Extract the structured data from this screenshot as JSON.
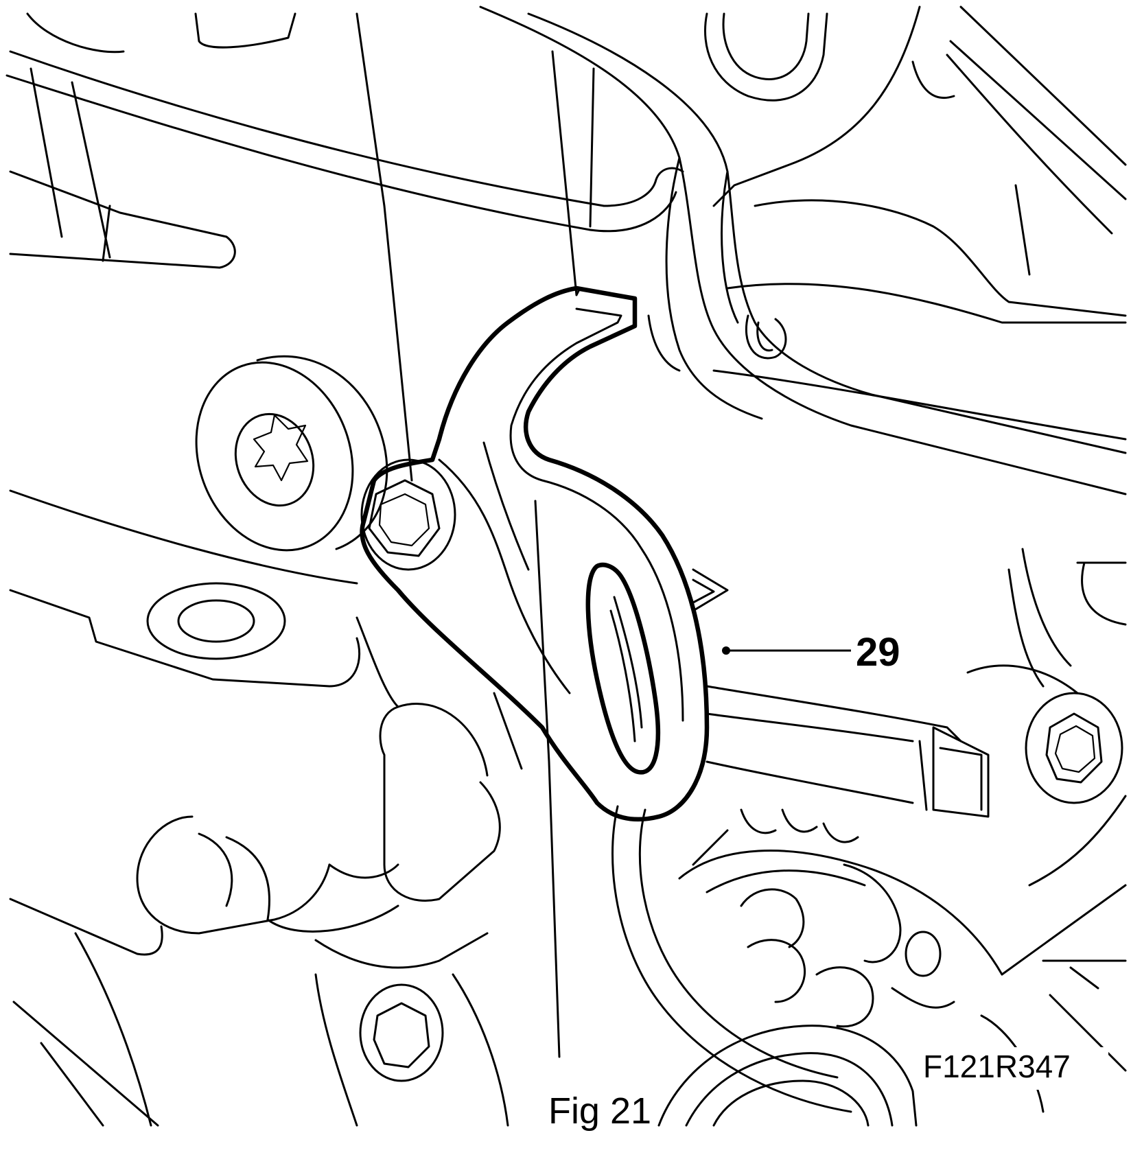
{
  "figure": {
    "callout": {
      "number": "29"
    },
    "reference_code": "F121R347",
    "caption": "Fig 21"
  }
}
